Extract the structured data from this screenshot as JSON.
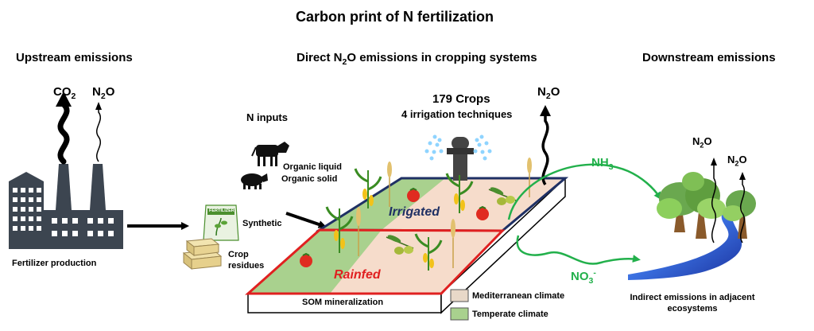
{
  "title": "Carbon print of N fertilization",
  "sections": {
    "upstream": "Upstream emissions",
    "direct_pre": "Direct N",
    "direct_sub": "2",
    "direct_post": "O emissions in cropping systems",
    "downstream": "Downstream emissions"
  },
  "gases": {
    "co2_main": "CO",
    "co2_sub": "2",
    "n2o_main": "N",
    "n2o_sub": "2",
    "n2o_post": "O",
    "nh3_main": "NH",
    "nh3_sub": "3",
    "no3_main": "NO",
    "no3_sub": "3",
    "no3_sup": "-"
  },
  "upstream": {
    "factory_label": "Fertilizer production"
  },
  "inputs": {
    "heading": "N inputs",
    "organic_liquid": "Organic liquid",
    "organic_solid": "Organic solid",
    "synthetic": "Synthetic",
    "crop_residues_line1": "Crop",
    "crop_residues_line2": "residues",
    "bag_text": "FERTILIZER"
  },
  "field": {
    "crops_count": "179 Crops",
    "irrigation_techniques": "4 irrigation techniques",
    "irrigated": "Irrigated",
    "rainfed": "Rainfed",
    "som": "SOM mineralization"
  },
  "legend": {
    "mediterranean": "Mediterranean climate",
    "temperate": "Temperate climate"
  },
  "downstream": {
    "indirect_line1": "Indirect emissions in adjacent",
    "indirect_line2": "ecosystems"
  },
  "colors": {
    "factory": "#3c4550",
    "irrigated_outline": "#1f3064",
    "rainfed_outline": "#e02020",
    "temperate_fill": "#a9d18e",
    "mediterranean_fill": "#f6dccb",
    "green_arrow": "#22b04b",
    "irrigated_text": "#1f3064",
    "rainfed_text": "#e02020",
    "nh3_text": "#22b04b",
    "river": "#2a5bd0"
  }
}
